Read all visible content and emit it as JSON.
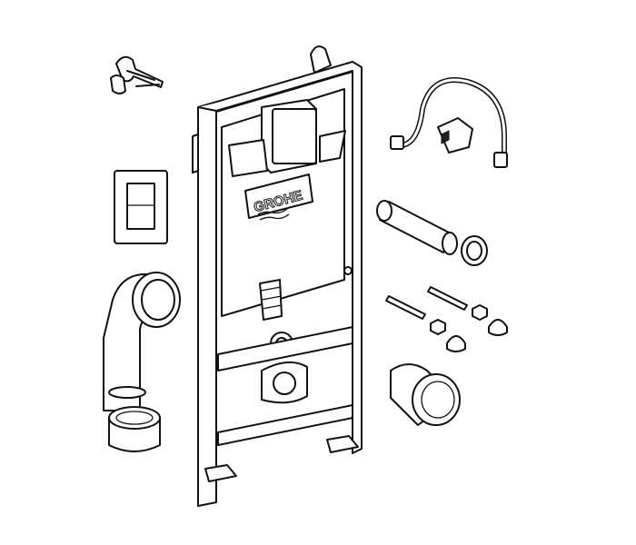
{
  "diagram": {
    "brand_logo": "GROHE",
    "parts": [
      "wall-anchor-bolts",
      "installation-frame",
      "flush-cistern",
      "flush-plate",
      "flush-bend",
      "pipe-cap",
      "water-supply-hose",
      "connector-pipe",
      "seal-ring",
      "fixing-studs",
      "nuts-and-caps",
      "wall-sleeve"
    ]
  }
}
